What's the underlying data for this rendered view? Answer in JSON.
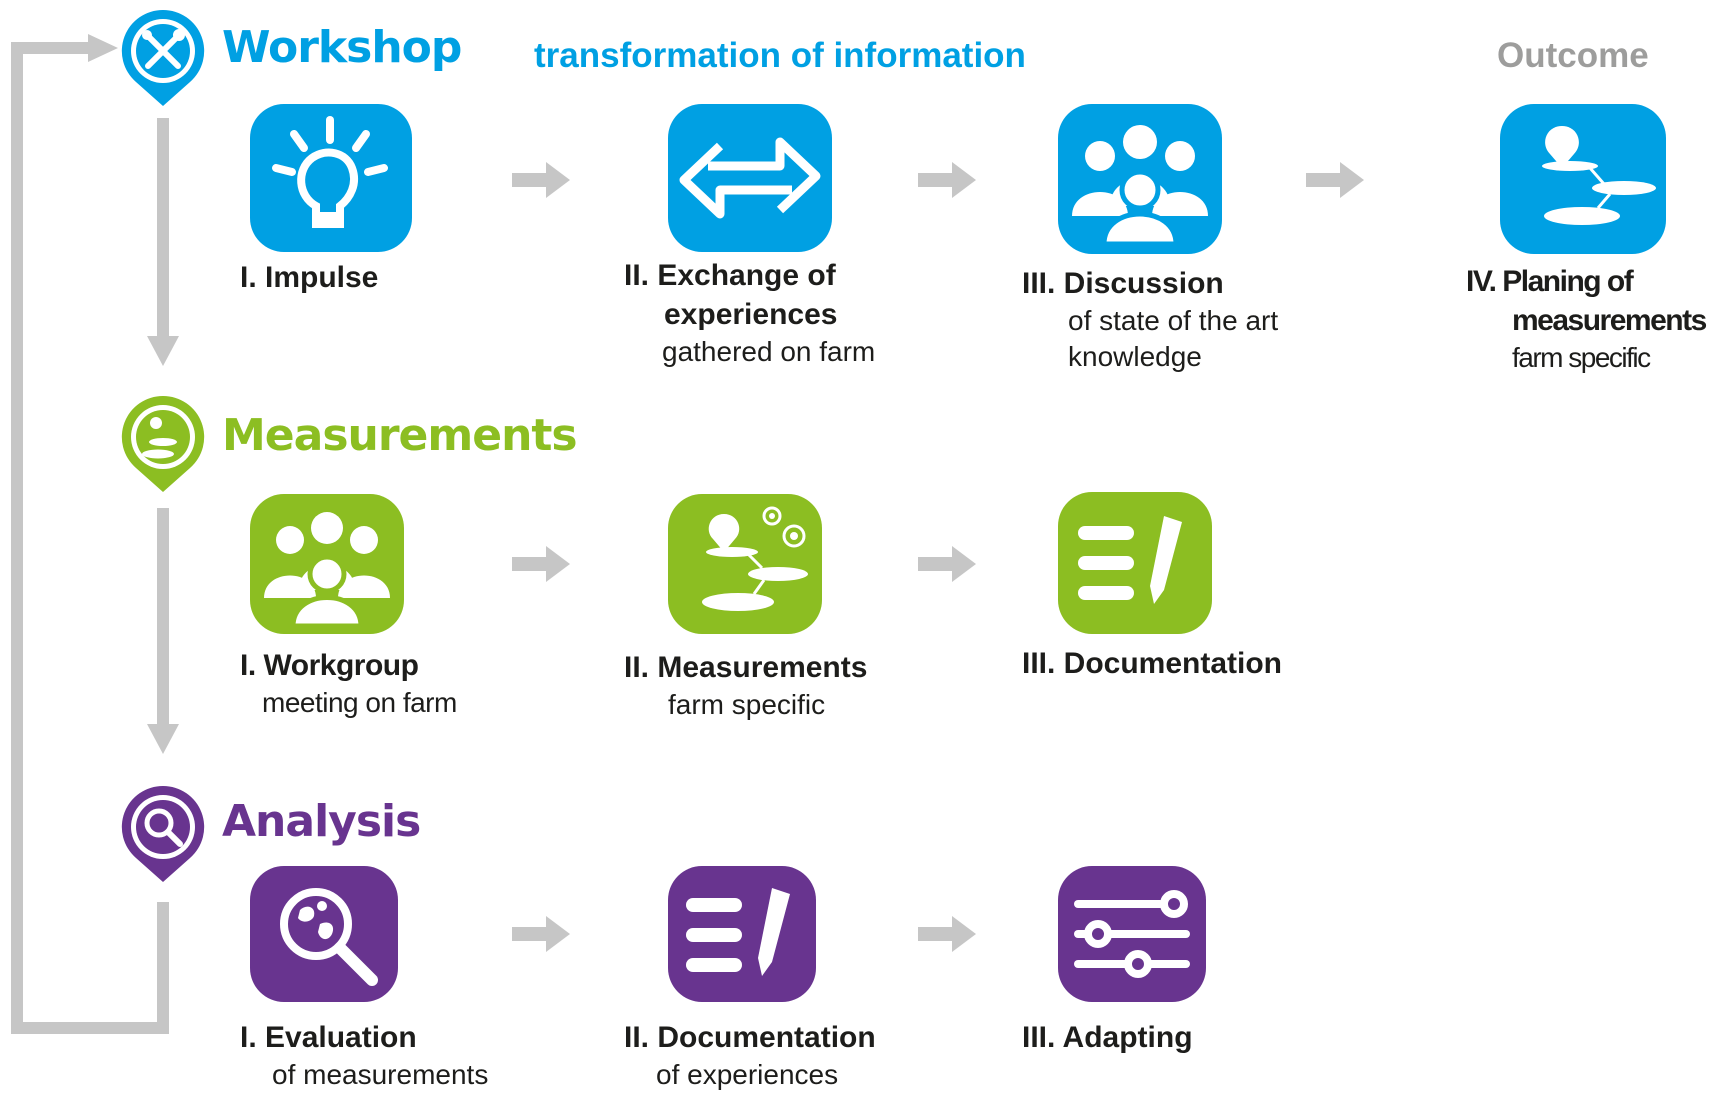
{
  "colors": {
    "workshop": "#00A0E3",
    "measurements": "#8CBE22",
    "analysis": "#68348F",
    "connector": "#C6C6C6",
    "outcome_header": "#9D9D9C",
    "text": "#1D1D1B"
  },
  "headers": {
    "transformation": "transformation of information",
    "outcome": "Outcome"
  },
  "phases": {
    "workshop": {
      "title": "Workshop",
      "icon": "wrench-screwdriver-icon",
      "steps": [
        {
          "title": "I. Impulse",
          "subtitle": "",
          "icon": "lightbulb-icon"
        },
        {
          "title": "II. Exchange of",
          "title2": "experiences",
          "subtitle": "gathered on farm",
          "icon": "exchange-arrows-icon"
        },
        {
          "title": "III. Discussion",
          "subtitle": "of state of the art",
          "subtitle2": "knowledge",
          "icon": "group-people-icon"
        },
        {
          "title": "IV. Planing of",
          "title2": "measurements",
          "subtitle": "farm specific",
          "icon": "map-plan-icon"
        }
      ]
    },
    "measurements": {
      "title": "Measurements",
      "icon": "map-plan-icon",
      "steps": [
        {
          "title": "I. Workgroup",
          "subtitle": "meeting on farm",
          "icon": "group-people-icon"
        },
        {
          "title": "II. Measurements",
          "subtitle": "farm specific",
          "icon": "map-gears-icon"
        },
        {
          "title": "III. Documentation",
          "subtitle": "",
          "icon": "document-pen-icon"
        }
      ]
    },
    "analysis": {
      "title": "Analysis",
      "icon": "magnifier-globe-icon",
      "steps": [
        {
          "title": "I. Evaluation",
          "subtitle": "of measurements",
          "icon": "magnifier-globe-icon"
        },
        {
          "title": "II. Documentation",
          "subtitle": "of experiences",
          "icon": "document-pen-icon"
        },
        {
          "title": "III. Adapting",
          "subtitle": "",
          "icon": "sliders-icon"
        }
      ]
    }
  }
}
